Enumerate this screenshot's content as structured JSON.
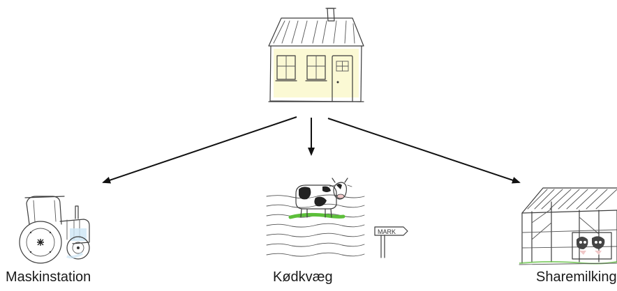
{
  "nodes": {
    "root": {
      "icon": "farmhouse-icon"
    },
    "children": [
      {
        "label": "Maskinstation",
        "icon": "tractor-icon"
      },
      {
        "label": "Kødkvæg",
        "icon": "cow-in-field-icon",
        "sign_text": "MARK"
      },
      {
        "label": "Sharemilking",
        "icon": "barn-with-cows-icon"
      }
    ]
  },
  "colors": {
    "house_wall": "#f6f2a8",
    "roof": "#f4f4f4",
    "ink": "#3c3c3c",
    "tractor_accent": "#cde6f5",
    "grass": "#5cbf3a",
    "arrow": "#111111"
  }
}
